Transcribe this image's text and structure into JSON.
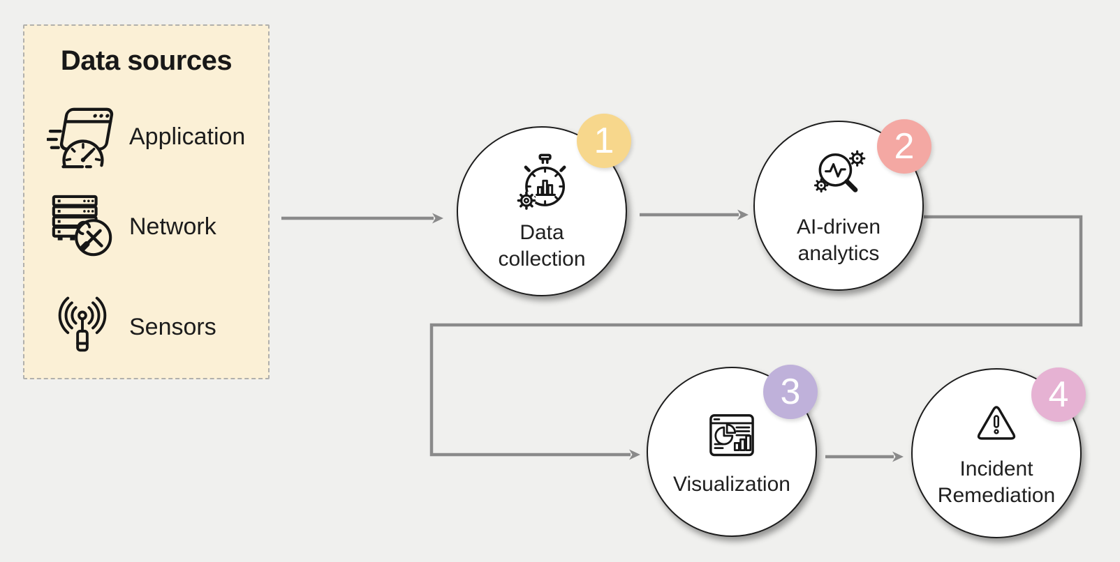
{
  "palette": {
    "background": "#f0f0ee",
    "panel_fill": "#fbf0d6",
    "panel_border": "#b1b0ac",
    "arrow": "#8a8a8a",
    "node_fill": "#ffffff",
    "node_border": "#1c1c1c",
    "text": "#1f1f1f",
    "badge_number_color": "#ffffff"
  },
  "data_sources": {
    "title": "Data sources",
    "items": [
      {
        "label": "Application",
        "icon": "application-performance-icon"
      },
      {
        "label": "Network",
        "icon": "network-servers-tools-icon"
      },
      {
        "label": "Sensors",
        "icon": "sensors-antenna-icon"
      }
    ]
  },
  "steps": [
    {
      "number": "1",
      "label": "Data collection",
      "badge_color": "#f7d78c",
      "icon": "data-collection-stopwatch-icon"
    },
    {
      "number": "2",
      "label": "AI-driven analytics",
      "badge_color": "#f4a8a3",
      "icon": "ai-analytics-magnifier-icon"
    },
    {
      "number": "3",
      "label": "Visualization",
      "badge_color": "#bfb1da",
      "icon": "visualization-dashboard-icon"
    },
    {
      "number": "4",
      "label": "Incident Remediation",
      "badge_color": "#e6b2d3",
      "icon": "incident-warning-icon"
    }
  ]
}
